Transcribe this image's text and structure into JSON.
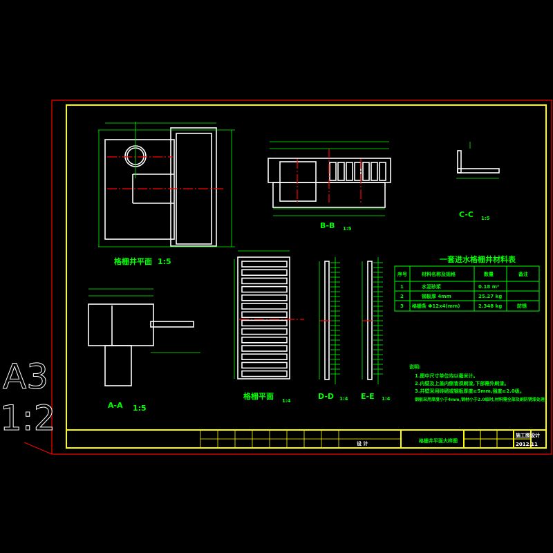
{
  "sheet": {
    "size_label": "A3",
    "scale_label": "1:2"
  },
  "views": {
    "plan": {
      "title": "格栅井平面",
      "scale": "1:5"
    },
    "section_aa": {
      "title": "A-A",
      "scale": "1:5"
    },
    "section_bb": {
      "title": "B-B",
      "scale": "1:5"
    },
    "section_cc": {
      "title": "C-C",
      "scale": "1:5"
    },
    "grate_plan": {
      "title": "格栅平面",
      "scale": "1:4"
    },
    "section_dd": {
      "title": "D-D",
      "scale": "1:4"
    },
    "section_ee": {
      "title": "E-E",
      "scale": "1:4"
    }
  },
  "materials_table": {
    "title": "一套进水格栅井材料表",
    "headers": [
      "序号",
      "材料名称及规格",
      "数量",
      "备注"
    ],
    "rows": [
      {
        "no": "1",
        "name": "水泥砂浆",
        "qty": "0.18 m³",
        "note": ""
      },
      {
        "no": "2",
        "name": "钢板厚 4mm",
        "qty": "25.27 kg",
        "note": ""
      },
      {
        "no": "3",
        "name": "格栅条 Φ12x4(mm)",
        "qty": "2.348 kg",
        "note": "防锈"
      }
    ]
  },
  "notes": {
    "heading": "说明:",
    "items": [
      "1.图中尺寸单位均以毫米计。",
      "2.内壁及上盖内侧皆须刷漆,下部需外刷漆。",
      "3.井壁采用砖砌或钢板厚度≥5mm,强度≥2.0级。",
      "  钢板采用厚度小于4mm,钢材小于2.0级时,材料需全部及刷防锈漆处理。"
    ]
  },
  "title_block": {
    "drawing_name": "格栅井平面大样图",
    "label": "施工图设计",
    "date": "2012.11",
    "center_label": "设 计"
  }
}
